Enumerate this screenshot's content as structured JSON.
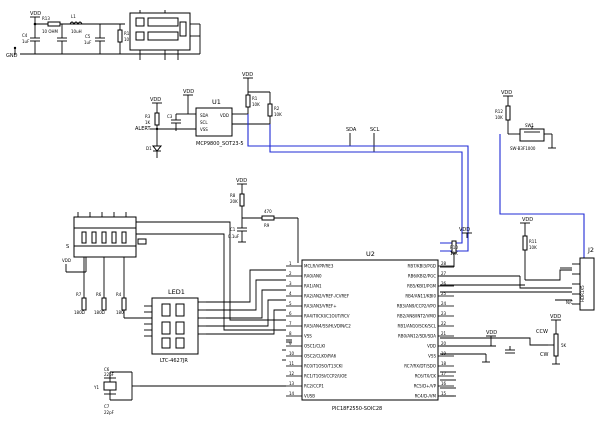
{
  "colors": {
    "wire": "#000000",
    "bus_wire": "#1f2bd6",
    "background": "#ffffff"
  },
  "power_block": {
    "vdd": "VDD",
    "r13": "R13",
    "r13_value": "10 OHM",
    "l1": "L1",
    "l1_value": "10uH",
    "c4": "C4",
    "c4_value": "1uF",
    "c_mid": "C5",
    "c_mid_value": "1uF",
    "r_pull": "R14",
    "r_pull_value": "10K",
    "gnd": "GND"
  },
  "mic": {
    "vdd": "VDD",
    "r3": "R3",
    "r3_value": "1K",
    "alert": "ALERT",
    "led": "D1",
    "u1_label": "U1",
    "u1_part": "MCP9800_SOT23-5",
    "vdd2": "VDD",
    "c3": "C3",
    "r1": "R1",
    "r1_value": "10K",
    "r2": "R2",
    "r2_value": "10K",
    "vdd3": "VDD",
    "sda": "SDA",
    "scl": "SCL"
  },
  "switch": {
    "vdd": "VDD",
    "r12": "R12",
    "r12_value": "10K",
    "sw_label": "SW1",
    "sw_part": "SW-B3F1000"
  },
  "reset": {
    "vdd": "VDD",
    "r8": "R8",
    "r8_value": "20K",
    "c1": "C1",
    "c1_value": "0.1uF",
    "r9": "R9",
    "r9_value": "470"
  },
  "resistor_net": {
    "label": "S",
    "vdd": "VDD",
    "r7": "R7",
    "r7_value": "180Ω",
    "r6": "R6",
    "r6_value": "180Ω",
    "r4": "R4",
    "r4_value": "180"
  },
  "led_display": {
    "label": "LED1",
    "part": "LTC-4627JR"
  },
  "crystal": {
    "c_top": "C6",
    "c_top_value": "22pF",
    "y1": "Y1",
    "c_bot": "C7",
    "c_bot_value": "22pF"
  },
  "mcu": {
    "label": "U2",
    "part": "PIC18F2550-SOIC28",
    "left_pins": [
      {
        "num": "1",
        "name": "MCLR/VPP/RE3"
      },
      {
        "num": "2",
        "name": "RA0/AN0"
      },
      {
        "num": "3",
        "name": "RA1/AN1"
      },
      {
        "num": "4",
        "name": "RA2/AN2/VREF-/CVREF"
      },
      {
        "num": "5",
        "name": "RA3/AN3/VREF+"
      },
      {
        "num": "6",
        "name": "RA4/T0CKI/C1OUT/RCV"
      },
      {
        "num": "7",
        "name": "RA5/AN4/SS/HLVDIN/C2"
      },
      {
        "num": "8",
        "name": "VSS"
      },
      {
        "num": "9",
        "name": "OSC1/CLKI"
      },
      {
        "num": "10",
        "name": "OSC2/CLKO/RA6"
      },
      {
        "num": "11",
        "name": "RC0/T1OSO/T13CKI"
      },
      {
        "num": "12",
        "name": "RC1/T1OSI/CCP2/UOE"
      },
      {
        "num": "13",
        "name": "RC2/CCP1"
      },
      {
        "num": "14",
        "name": "VUSB"
      }
    ],
    "right_pins": [
      {
        "num": "28",
        "name": "RB7/KBI3/PGD"
      },
      {
        "num": "27",
        "name": "RB6/KBI2/PGC"
      },
      {
        "num": "26",
        "name": "RB5/KBI1/PGM"
      },
      {
        "num": "25",
        "name": "RB4/AN11/KBI0"
      },
      {
        "num": "24",
        "name": "RB3/AN9/CCP2/VPO"
      },
      {
        "num": "23",
        "name": "RB2/AN8/INT2/VMO"
      },
      {
        "num": "22",
        "name": "RB1/AN10/SCK/SCL"
      },
      {
        "num": "21",
        "name": "RB0/AN12/SDI/SDA"
      },
      {
        "num": "20",
        "name": "VDD"
      },
      {
        "num": "19",
        "name": "VSS"
      },
      {
        "num": "18",
        "name": "RC7/RX/DT/SDO"
      },
      {
        "num": "17",
        "name": "RC6/TX/CK"
      },
      {
        "num": "16",
        "name": "RC5/D+/VP"
      },
      {
        "num": "15",
        "name": "RC4/D-/VM"
      }
    ]
  },
  "right_side": {
    "vdd_a": "VDD",
    "vdd_b": "VDD",
    "r10": "R10",
    "r10_value": "10K",
    "r11": "R11",
    "r11_value": "10K",
    "j2": "J2",
    "header": "HDR1X5",
    "nc": "N/C",
    "vdd_c": "VDD",
    "vdd_d": "VDD",
    "ccw": "CCW",
    "cw": "CW",
    "pot": "5K"
  }
}
